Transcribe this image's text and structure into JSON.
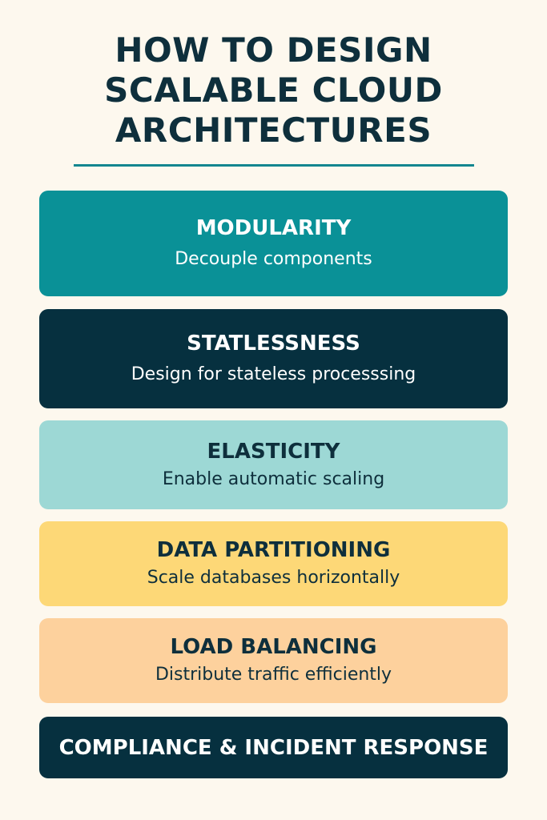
{
  "title": {
    "lines": [
      "HOW TO DESIGN",
      "SCALABLE CLOUD",
      "ARCHITECTURES"
    ]
  },
  "colors": {
    "background": "#fdf8ee",
    "title": "#0e2f3c",
    "accent": "#13868f",
    "teal": "#0a9197",
    "navy": "#06303f",
    "light_teal": "#9dd8d5",
    "yellow": "#fdd877",
    "peach": "#fdd19d"
  },
  "cards": [
    {
      "heading": "MODULARITY",
      "subtitle": "Decouple components"
    },
    {
      "heading": "STATLESSNESS",
      "subtitle": "Design for stateless processsing"
    },
    {
      "heading": "ELASTICITY",
      "subtitle": "Enable automatic scaling"
    },
    {
      "heading": "DATA PARTITIONING",
      "subtitle": "Scale databases horizontally"
    },
    {
      "heading": "LOAD BALANCING",
      "subtitle": "Distribute traffic efficiently"
    },
    {
      "heading": "COMPLIANCE & INCIDENT RESPONSE"
    }
  ]
}
